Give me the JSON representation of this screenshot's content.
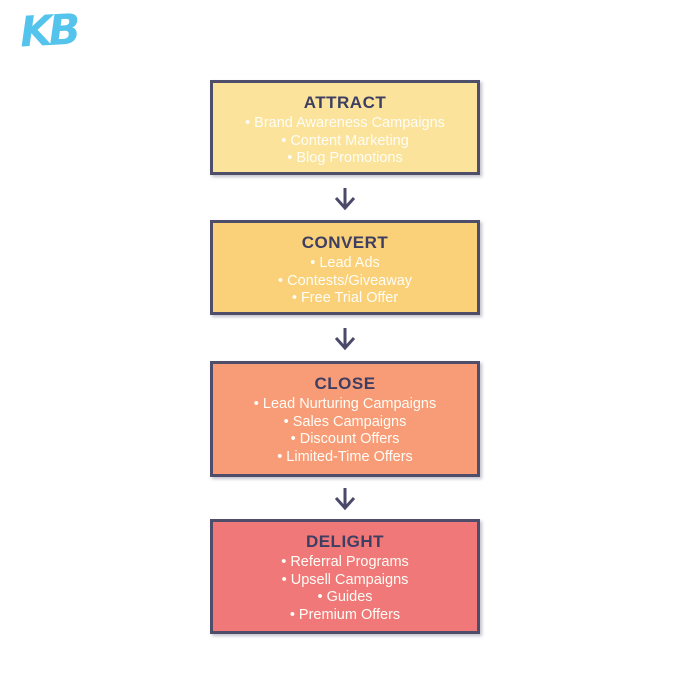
{
  "logo": {
    "text": "KB",
    "color": "#55C4EC"
  },
  "funnel": {
    "border_color": "#4E4E6A",
    "title_color": "#3E3E62",
    "item_color": "#FDFDF6",
    "arrow_color": "#4A4A68",
    "stages": [
      {
        "title": "ATTRACT",
        "bg": "#FBE39B",
        "items": [
          "Brand Awareness Campaigns",
          "Content Marketing",
          "Blog Promotions"
        ]
      },
      {
        "title": "CONVERT",
        "bg": "#FAD078",
        "items": [
          "Lead Ads",
          "Contests/Giveaway",
          "Free Trial Offer"
        ]
      },
      {
        "title": "CLOSE",
        "bg": "#F89B77",
        "items": [
          "Lead Nurturing Campaigns",
          "Sales Campaigns",
          "Discount Offers",
          "Limited-Time Offers"
        ]
      },
      {
        "title": "DELIGHT",
        "bg": "#F07878",
        "items": [
          "Referral Programs",
          "Upsell Campaigns",
          "Guides",
          "Premium Offers"
        ]
      }
    ]
  }
}
